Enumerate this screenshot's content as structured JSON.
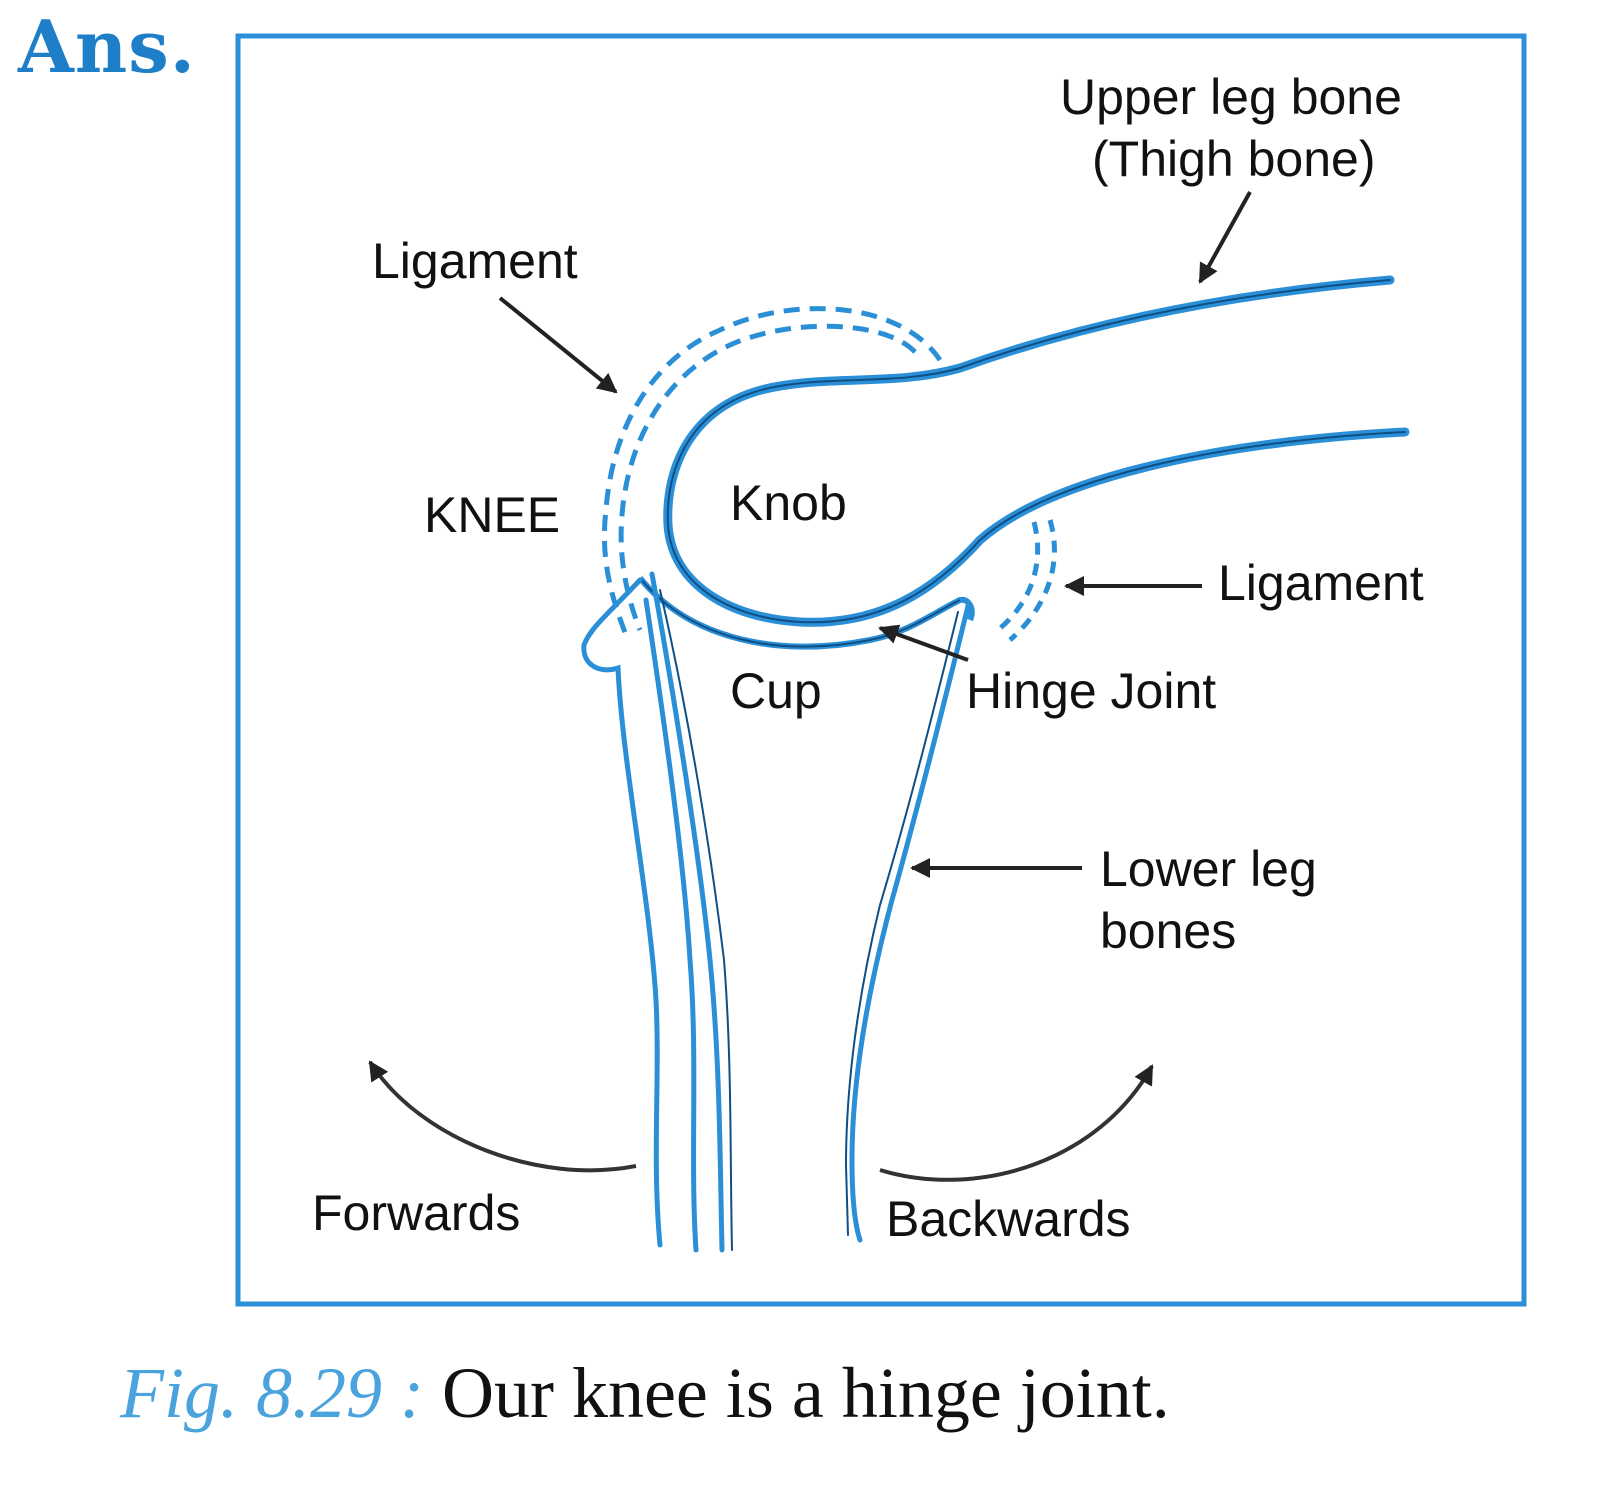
{
  "heading": "Ans.",
  "labels": {
    "upper_leg_bone_line1": "Upper leg bone",
    "upper_leg_bone_line2": "(Thigh bone)",
    "ligament_top": "Ligament",
    "knee": "KNEE",
    "knob": "Knob",
    "ligament_right": "Ligament",
    "cup": "Cup",
    "hinge_joint": "Hinge Joint",
    "lower_leg_bones_line1": "Lower leg",
    "lower_leg_bones_line2": "bones",
    "forwards": "Forwards",
    "backwards": "Backwards"
  },
  "caption": {
    "figure_number": "Fig. 8.29",
    "separator": ":",
    "text": "Our knee is a hinge joint."
  },
  "colors": {
    "accent_blue": "#1e7fc8",
    "bone_blue": "#2a8fd6",
    "text": "#111111"
  }
}
